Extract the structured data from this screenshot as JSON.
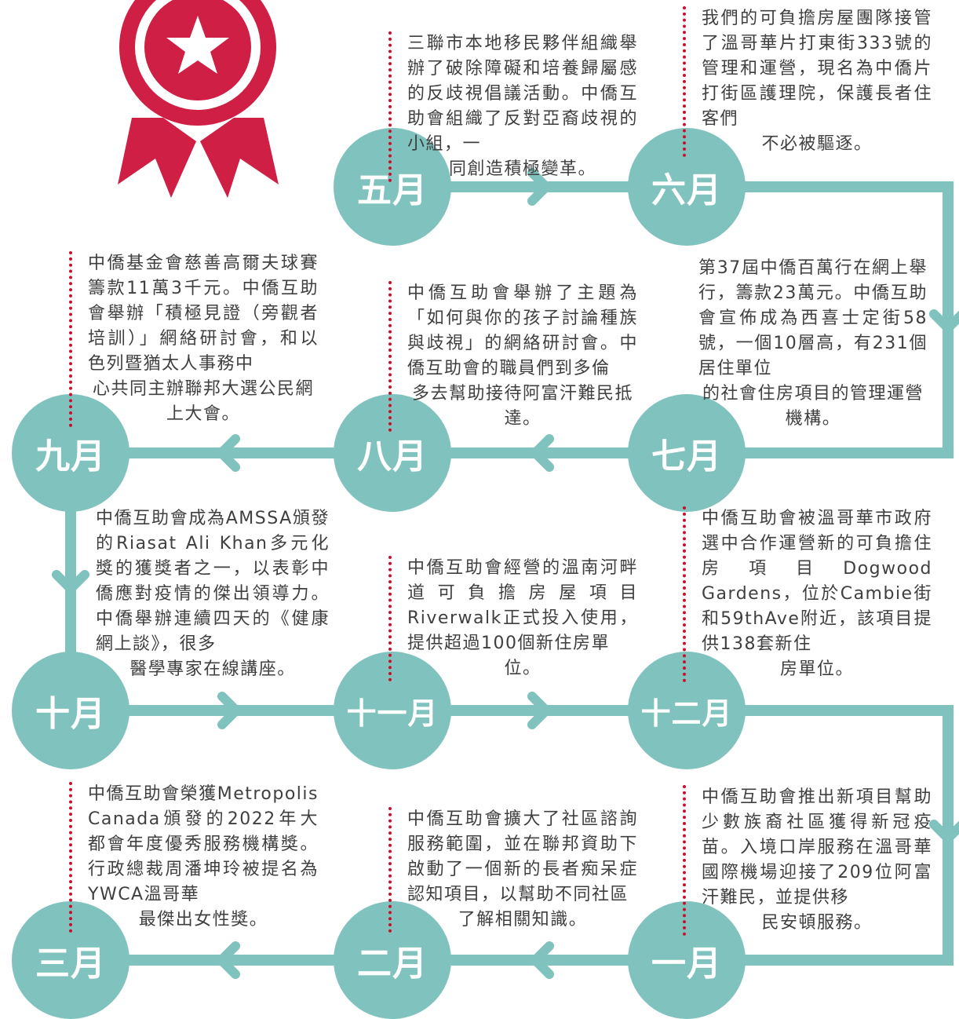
{
  "colors": {
    "teal": "#80c2bd",
    "ribbon_red": "#cf1f45",
    "accent_dots": "#c8102e"
  },
  "badge": {
    "icon": "award-ribbon-star-icon"
  },
  "months": [
    {
      "label": "五月",
      "text": "三聯市本地移民夥伴組織舉辦了破除障礙和培養歸屬感的反歧視倡議活動。中僑互助會組織了反對亞裔歧視的小組，一",
      "text_last": "同創造積極變革。"
    },
    {
      "label": "六月",
      "text": "我們的可負擔房屋團隊接管了溫哥華片打東街333號的管理和運營，現名為中僑片打街區護理院，保護長者住客們",
      "text_last": "不必被驅逐。"
    },
    {
      "label": "七月",
      "text": "第37屆中僑百萬行在網上舉行，籌款23萬元。中僑互助會宣佈成為西喜士定街58號，一個10層高，有231個居住單位",
      "text_last": "的社會住房項目的管理運營機構。"
    },
    {
      "label": "八月",
      "text": "中僑互助會舉辦了主題為「如何與你的孩子討論種族與歧視」的網絡研討會。中僑互助會的職員們到多倫",
      "text_last": "多去幫助接待阿富汗難民抵達。"
    },
    {
      "label": "九月",
      "text": "中僑基金會慈善高爾夫球賽籌款11萬3千元。中僑互助會舉辦「積極見證（旁觀者培訓）」網絡研討會，和以色列暨猶太人事務中",
      "text_last": "心共同主辦聯邦大選公民網上大會。"
    },
    {
      "label": "十月",
      "text": "中僑互助會成為AMSSA頒發的Riasat Ali Khan多元化獎的獲獎者之一，以表彰中僑應對疫情的傑出領導力。中僑舉辦連續四天的《健康網上談》，很多",
      "text_last": "醫學專家在線講座。"
    },
    {
      "label": "十一月",
      "text": "中僑互助會經營的溫南河畔道可負擔房屋項目Riverwalk正式投入使用，提供超過100個新住房單",
      "text_last": "位。"
    },
    {
      "label": "十二月",
      "text": "中僑互助會被溫哥華市政府選中合作運營新的可負擔住房項目Dogwood Gardens，位於Cambie街和59thAve附近，該項目提供138套新住",
      "text_last": "房單位。"
    },
    {
      "label": "一月",
      "text": "中僑互助會推出新項目幫助少數族裔社區獲得新冠疫苗。入境口岸服務在溫哥華國際機場迎接了209位阿富汗難民，並提供移",
      "text_last": "民安頓服務。"
    },
    {
      "label": "二月",
      "text": "中僑互助會擴大了社區諮詢服務範圍，並在聯邦資助下啟動了一個新的長者痴呆症認知項目，以幫助不同社區",
      "text_last": "了解相關知識。"
    },
    {
      "label": "三月",
      "text": "中僑互助會榮獲Metropolis Canada頒發的2022年大都會年度優秀服務機構獎。行政總裁周潘坤玲被提名為YWCA溫哥華",
      "text_last": "最傑出女性獎。"
    }
  ]
}
